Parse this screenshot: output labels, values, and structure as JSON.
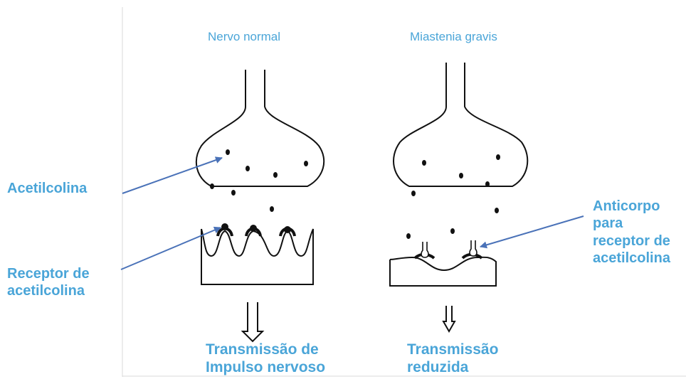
{
  "panels": {
    "left": {
      "title": "Nervo normal",
      "result_lines": [
        "Transmissão de",
        "Impulso nervoso"
      ]
    },
    "right": {
      "title": "Miastenia gravis",
      "result_lines": [
        "Transmissão",
        "reduzida"
      ]
    }
  },
  "labels": {
    "acetylcholine": "Acetilcolina",
    "receptor_lines": [
      "Receptor de",
      "acetilcolina"
    ],
    "antibody_lines": [
      "Anticorpo",
      "para",
      "receptor de",
      "acetilcolina"
    ]
  },
  "colors": {
    "label_text": "#4aa5d8",
    "arrow": "#4a72b8",
    "ink": "#111111"
  }
}
